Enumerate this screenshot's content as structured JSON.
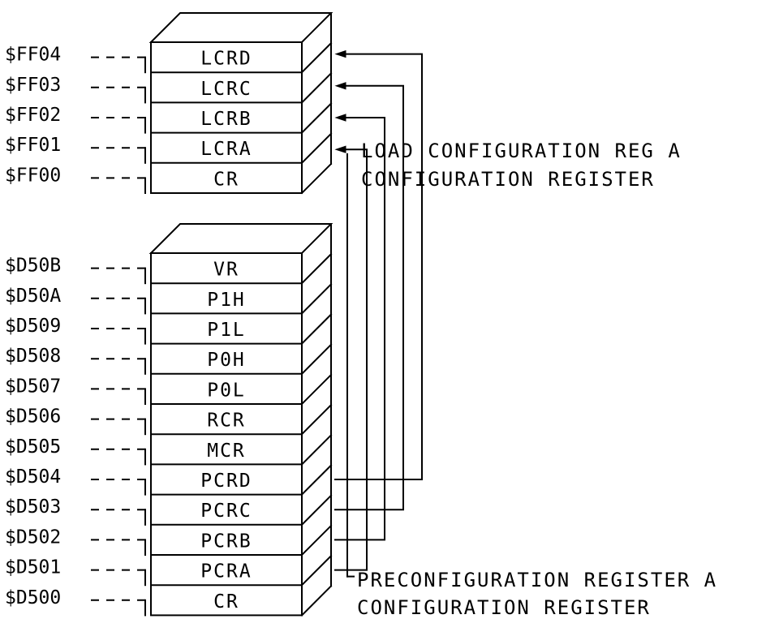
{
  "upper_stack": {
    "registers": [
      {
        "address": "$FF04",
        "name": "LCRD"
      },
      {
        "address": "$FF03",
        "name": "LCRC"
      },
      {
        "address": "$FF02",
        "name": "LCRB"
      },
      {
        "address": "$FF01",
        "name": "LCRA"
      },
      {
        "address": "$FF00",
        "name": "CR"
      }
    ],
    "annotations": [
      "LOAD CONFIGURATION REG A",
      "CONFIGURATION REGISTER"
    ]
  },
  "lower_stack": {
    "registers": [
      {
        "address": "$D50B",
        "name": "VR"
      },
      {
        "address": "$D50A",
        "name": "P1H"
      },
      {
        "address": "$D509",
        "name": "P1L"
      },
      {
        "address": "$D508",
        "name": "P0H"
      },
      {
        "address": "$D507",
        "name": "P0L"
      },
      {
        "address": "$D506",
        "name": "RCR"
      },
      {
        "address": "$D505",
        "name": "MCR"
      },
      {
        "address": "$D504",
        "name": "PCRD"
      },
      {
        "address": "$D503",
        "name": "PCRC"
      },
      {
        "address": "$D502",
        "name": "PCRB"
      },
      {
        "address": "$D501",
        "name": "PCRA"
      },
      {
        "address": "$D500",
        "name": "CR"
      }
    ],
    "annotations": [
      "PRECONFIGURATION REGISTER A",
      "CONFIGURATION REGISTER"
    ]
  },
  "connections": [
    {
      "from": "PCRD",
      "to": "LCRD"
    },
    {
      "from": "PCRC",
      "to": "LCRC"
    },
    {
      "from": "PCRB",
      "to": "LCRB"
    },
    {
      "from": "PCRA",
      "to": "LCRA"
    }
  ],
  "colors": {
    "ink": "#000000",
    "background": "#ffffff"
  }
}
